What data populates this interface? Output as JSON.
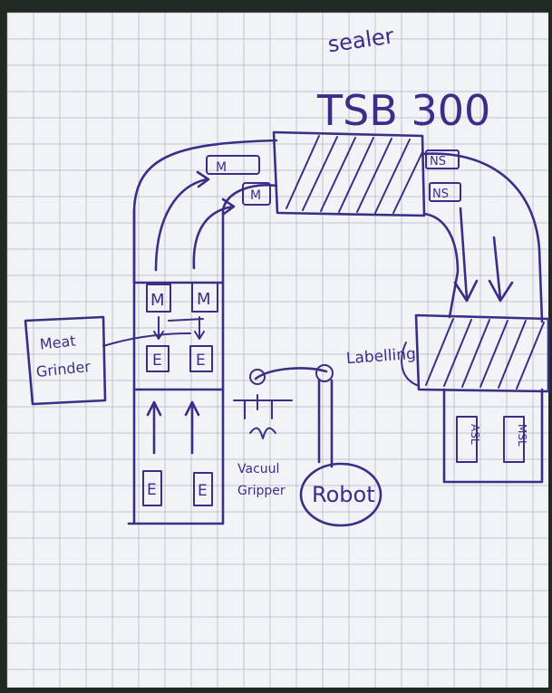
{
  "diagram": {
    "title_note": "sealer",
    "sealer_model": "TSB 300",
    "labels": {
      "meat_grinder_line1": "Meat",
      "meat_grinder_line2": "Grinder",
      "labelling": "Labelling",
      "vacuum_line1": "Vacuul",
      "vacuum_line2": "Gripper",
      "robot": "Robot"
    },
    "tray_labels": {
      "m": "M",
      "e": "E",
      "ns": "NS",
      "asl": "ASL",
      "msl": "MSL"
    },
    "colors": {
      "ink": "#3a2f86",
      "paper": "#f4f5f7",
      "grid": "#9aa2b4"
    }
  }
}
